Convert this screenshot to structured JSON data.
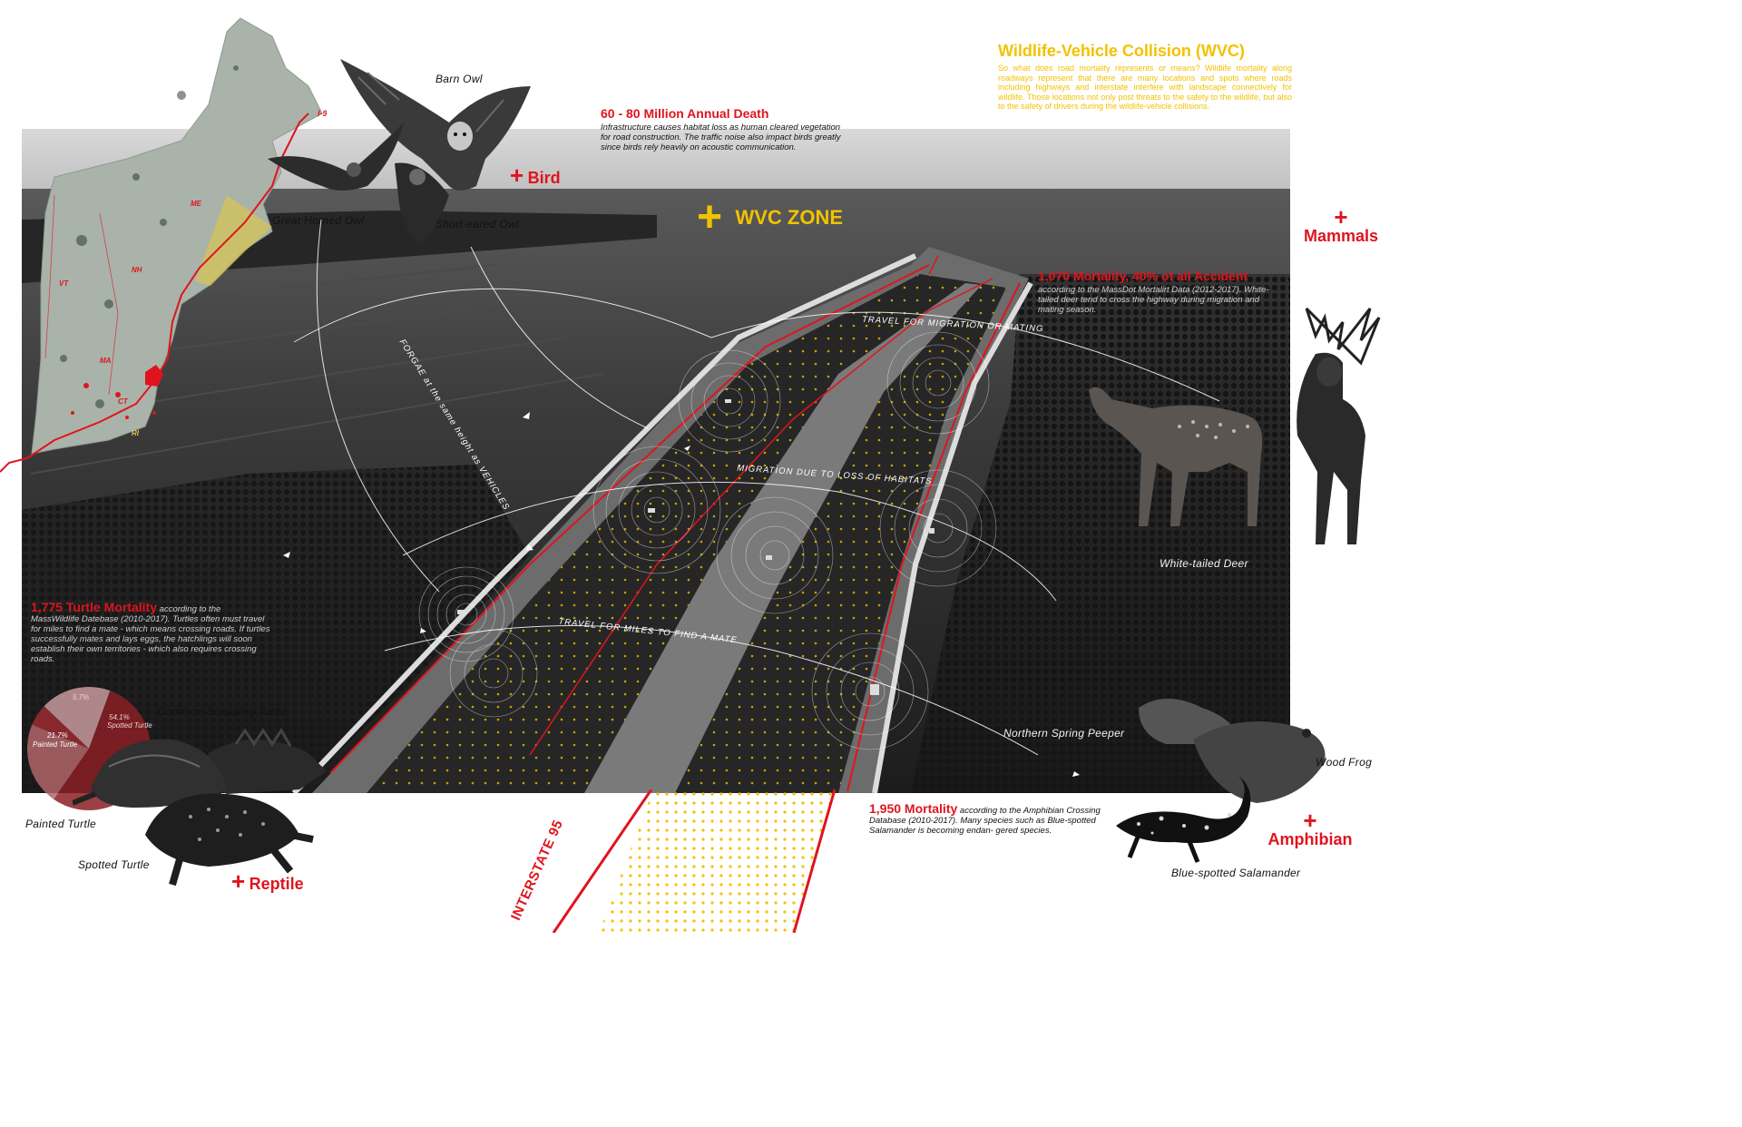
{
  "bird": {
    "barn_owl": "Barn Owl",
    "great_horned_owl": "Great Horned Owl",
    "short_eared_owl": "Short-eared Owl",
    "headline": "60 - 80 Million Annual Death",
    "body": "Infrastructure causes habitat loss as human cleared vegetation for road construction. The traffic noise also impact birds greatly since birds rely heavily on acoustic communication.",
    "category": "Bird"
  },
  "wvc": {
    "title": "Wildlife-Vehicle Collision (WVC)",
    "body": "So what does road mortality represents or means? Wildlife mortality along roadways represent that there are many locations and spots where roads including highways and interstate interfere with landscape connectively for wildlife. Those locations not only post threats to the safety to the wildlife, but also to the safety of drivers during the wildlife-vehicle collisions.",
    "zone": "WVC ZONE"
  },
  "map": {
    "route": "I-95",
    "states": [
      "ME",
      "NH",
      "VT",
      "MA",
      "CT",
      "RI"
    ]
  },
  "mammals": {
    "category": "Mammals",
    "headline": "1,070 Mortality, 40% of all Accident",
    "body": "according to the MassDot Mortalirt Data (2012-2017). White-tailed deer tend to cross the highway during migration and mating season.",
    "deer": "White-tailed Deer"
  },
  "arcs": {
    "migration_mating": "TRAVEL FOR MIGRATION OR MATING",
    "forage": "FORGAE at the same height as VEHICLES",
    "habitat_loss": "MIGRATION DUE TO LOSS OF HABITATS",
    "find_mate": "TRAVEL FOR MILES TO FIND A MATE"
  },
  "reptile": {
    "headline": "1,775 Turtle Mortality",
    "body": "according to the MassWildlife Datebase (2010-2017). Turtles often must travel for miles to find a mate - which means crossing roads. If turtles successfully mates and lays eggs, the hatchlings will soon establish their own territories - which also requires crossing roads.",
    "snapping": "Common Snapping Turtle",
    "painted": "Painted Turtle",
    "spotted": "Spotted Turtle",
    "category": "Reptile"
  },
  "chart_data": {
    "type": "pie",
    "slices": [
      {
        "label": "Spotted Turtle",
        "value": 54.1,
        "color": "#8a1e24"
      },
      {
        "label": "Painted Turtle",
        "value": 21.7,
        "color": "#b0656a"
      },
      {
        "label": "",
        "value": 5.7,
        "color": "#9c2a30"
      },
      {
        "label": "",
        "value": 18.5,
        "color": "#c89a9d"
      }
    ],
    "value_labels": [
      "54.1%",
      "21.7%",
      "5.7%"
    ]
  },
  "interstate": {
    "label": "INTERSTATE 95"
  },
  "amphibian": {
    "headline": "1,950 Mortality",
    "body": "according to the Amphibian Crossing Database (2010-2017). Many species such as Blue-spotted Salamander is becoming endan- gered species.",
    "peeper": "Northern Spring Peeper",
    "wood_frog": "Wood Frog",
    "salamander": "Blue-spotted Salamander",
    "category": "Amphibian"
  },
  "colors": {
    "accent_red": "#e0141e",
    "accent_yellow": "#f2c200"
  }
}
